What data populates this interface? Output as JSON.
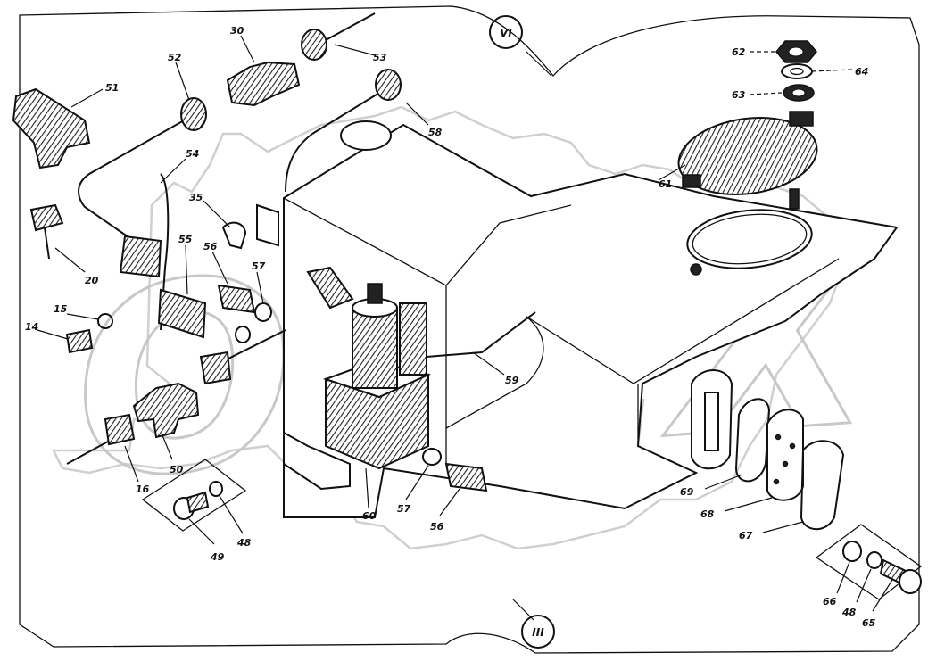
{
  "diagram": {
    "callouts": [
      "51",
      "30",
      "53",
      "52",
      "54",
      "20",
      "35",
      "55",
      "56",
      "57",
      "58",
      "15",
      "14",
      "59",
      "50",
      "16",
      "60",
      "57",
      "56",
      "49",
      "48",
      "61",
      "62",
      "64",
      "63",
      "69",
      "68",
      "67",
      "66",
      "48",
      "65"
    ],
    "section_marks": [
      "VI",
      "III"
    ]
  },
  "watermark": {
    "text": "OREX"
  },
  "colors": {
    "ink": "#111111",
    "paper": "#ffffff",
    "watermark": "#cfcfcf"
  }
}
